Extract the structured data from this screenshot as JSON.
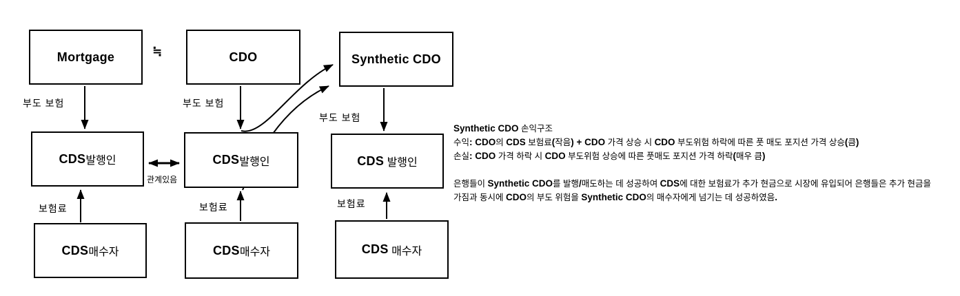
{
  "colors": {
    "ink": "#000000",
    "background": "#ffffff"
  },
  "nodes": {
    "mortgage": {
      "label_bold": "Mortgage",
      "label_rest": ""
    },
    "cdo": {
      "label_bold": "CDO",
      "label_rest": ""
    },
    "synthetic_cdo": {
      "label_bold": "Synthetic CDO",
      "label_rest": ""
    },
    "cds_issuer_1": {
      "label_bold": "CDS",
      "label_rest": "발행인"
    },
    "cds_issuer_2": {
      "label_bold": "CDS",
      "label_rest": "발행인"
    },
    "cds_issuer_3": {
      "label_bold": "CDS",
      "label_rest": " 발행인"
    },
    "cds_buyer_1": {
      "label_bold": "CDS",
      "label_rest": "매수자"
    },
    "cds_buyer_2": {
      "label_bold": "CDS",
      "label_rest": "매수자"
    },
    "cds_buyer_3": {
      "label_bold": "CDS",
      "label_rest": " 매수자"
    }
  },
  "edge_labels": {
    "approx": "≒",
    "default_insurance_1": "부도 보험",
    "default_insurance_2": "부도 보험",
    "default_insurance_3": "부도 보험",
    "premium_1": "보험료",
    "premium_2": "보험료",
    "premium_3": "보험료",
    "related": "관계있음"
  },
  "notes": {
    "title": [
      {
        "t": "Synthetic CDO",
        "b": true
      },
      {
        "t": " 손익구조",
        "b": false
      }
    ],
    "profit_line": [
      {
        "t": "수익",
        "b": false
      },
      {
        "t": ": ",
        "b": true
      },
      {
        "t": "CDO",
        "b": true
      },
      {
        "t": "의 ",
        "b": false
      },
      {
        "t": "CDS",
        "b": true
      },
      {
        "t": " 보험료",
        "b": false
      },
      {
        "t": "(",
        "b": true
      },
      {
        "t": "작음",
        "b": false
      },
      {
        "t": ") + ",
        "b": true
      },
      {
        "t": "CDO",
        "b": true
      },
      {
        "t": " 가격 상승 시 ",
        "b": false
      },
      {
        "t": "CDO",
        "b": true
      },
      {
        "t": " 부도위험 하락에 따른 풋 매도 포지션 가격 상승",
        "b": false
      },
      {
        "t": "(",
        "b": true
      },
      {
        "t": "큼",
        "b": false
      },
      {
        "t": ")",
        "b": true
      }
    ],
    "loss_line": [
      {
        "t": "손실",
        "b": false
      },
      {
        "t": ": ",
        "b": true
      },
      {
        "t": "CDO",
        "b": true
      },
      {
        "t": " 가격 하락 시 ",
        "b": false
      },
      {
        "t": "CDO",
        "b": true
      },
      {
        "t": " 부도위험 상승에 따른 풋매도 포지션 가격 하락",
        "b": false
      },
      {
        "t": "(",
        "b": true
      },
      {
        "t": "매우 큼",
        "b": false
      },
      {
        "t": ")",
        "b": true
      }
    ],
    "paragraph": [
      {
        "t": "은행들이 ",
        "b": false
      },
      {
        "t": "Synthetic CDO",
        "b": true
      },
      {
        "t": "를 발행",
        "b": false
      },
      {
        "t": "/",
        "b": true
      },
      {
        "t": "매도하는 데 성공하여 ",
        "b": false
      },
      {
        "t": "CDS",
        "b": true
      },
      {
        "t": "에 대한 보험료가 추가 현금으로 시장에 유입되어 은행들은 추가 현금을 가짐과 동시에 ",
        "b": false
      },
      {
        "t": "CDO",
        "b": true
      },
      {
        "t": "의 부도 위험을 ",
        "b": false
      },
      {
        "t": "Synthetic CDO",
        "b": true
      },
      {
        "t": "의 매수자에게 넘기는 데 성공하였음",
        "b": false
      },
      {
        "t": ".",
        "b": true
      }
    ]
  }
}
